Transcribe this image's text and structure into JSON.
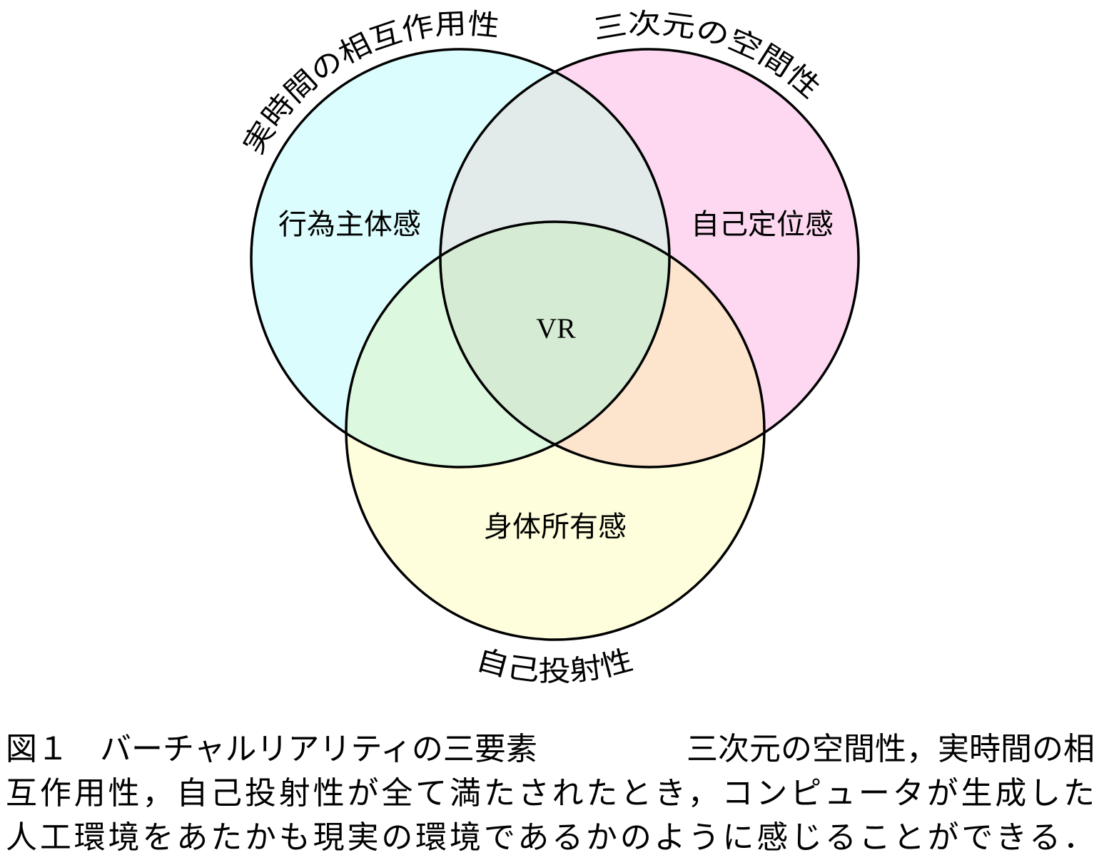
{
  "diagram": {
    "circles": [
      {
        "label": "実時間の相互作用性",
        "inner_label": "行為主体感",
        "color": "#dcfdfd"
      },
      {
        "label": "三次元の空間性",
        "inner_label": "自己定位感",
        "color": "#fdd8f0"
      },
      {
        "label": "自己投射性",
        "inner_label": "身体所有感",
        "color": "#fefedc"
      }
    ],
    "center_label": "VR",
    "overlap_colors": {
      "ab": "#e2eaea",
      "ac": "#dcf9e0",
      "bc": "#fde4cc",
      "abc": "#d5ebd3"
    }
  },
  "caption": {
    "title": "図１　バーチャルリアリティの三要素",
    "lines": [
      "三次元の空間性，実時間の相",
      "互作用性，自己投射性が全て満たされたとき，コンピュータが生成した",
      "人工環境をあたかも現実の環境であるかのように感じることができる．"
    ]
  }
}
